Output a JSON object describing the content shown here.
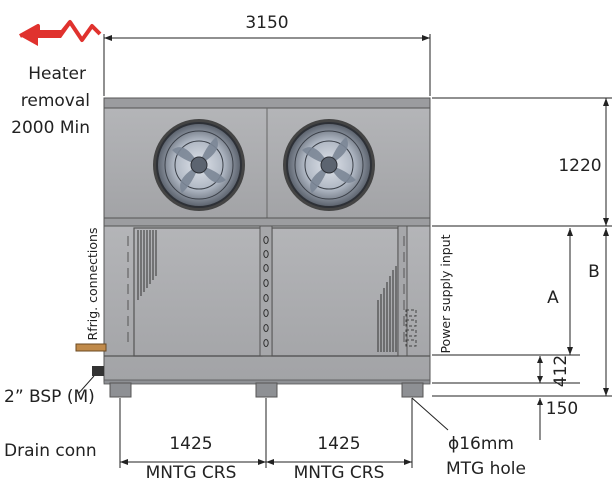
{
  "dimensions": {
    "overall_width": "3150",
    "upper_height": "1220",
    "dim_a": "A",
    "dim_b": "B",
    "dim_412": "412",
    "dim_150": "150",
    "mntg_left": "1425",
    "mntg_right": "1425"
  },
  "labels": {
    "heater_line1": "Heater",
    "heater_line2": "removal",
    "heater_line3": "2000 Min",
    "refrig_connections": "Rfrig. connections",
    "power_supply": "Power supply input",
    "drain_line1": "2” BSP (M)",
    "drain_line2": "Drain conn",
    "mntg_crs_left": "MNTG CRS",
    "mntg_crs_right": "MNTG CRS",
    "hole_line1": "ϕ16mm",
    "hole_line2": "MTG hole"
  },
  "colors": {
    "casing": "#a9aaad",
    "casing_dark": "#8e9094",
    "arrow_red": "#e0322e"
  },
  "icons": {
    "heater_arrow": "left-arrow-icon",
    "fan": "fan-icon"
  }
}
